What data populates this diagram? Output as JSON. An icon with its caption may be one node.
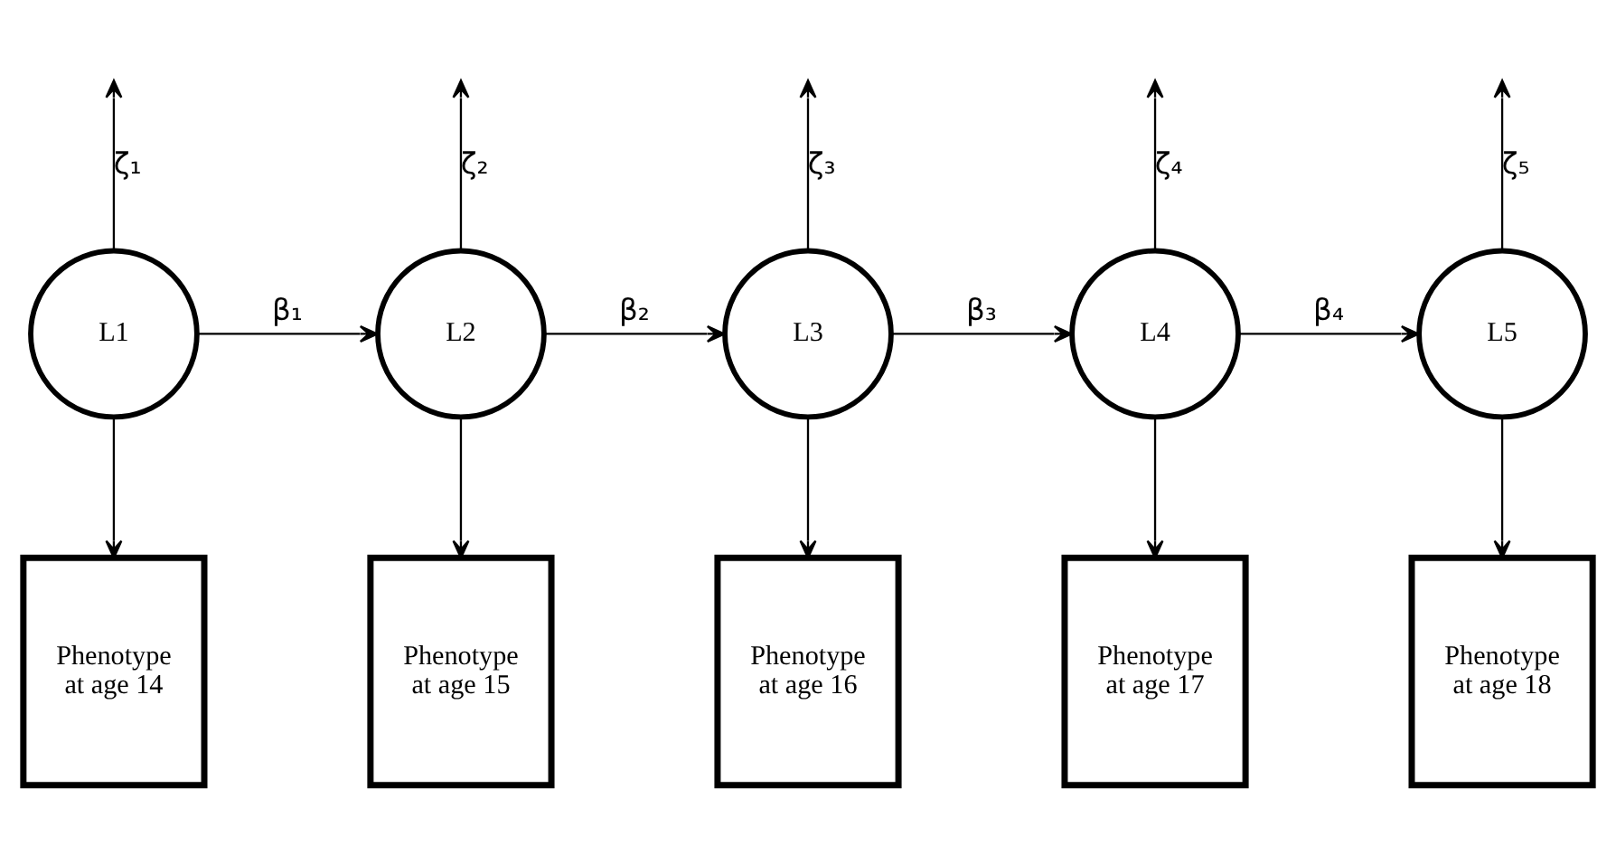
{
  "diagram": {
    "nodes": [
      {
        "text": [
          "L1"
        ]
      },
      {
        "text": [
          "L2"
        ]
      },
      {
        "text": [
          "L3"
        ]
      },
      {
        "text": [
          "L4"
        ]
      },
      {
        "text": [
          "L5"
        ]
      },
      {
        "text": [
          "Phenotype at age 14"
        ]
      },
      {
        "text": [
          "Phenotype at age 15"
        ]
      },
      {
        "text": [
          "Phenotype at age 16"
        ]
      },
      {
        "text": [
          "Phenotype at age 17"
        ]
      },
      {
        "text": [
          "Phenotype at age 18"
        ]
      }
    ],
    "edges": [
      {
        "from": 0,
        "to": null,
        "arrow": "to",
        "label": "ζ₁"
      },
      {
        "from": 1,
        "to": null,
        "arrow": "to",
        "label": "ζ₂"
      },
      {
        "from": 2,
        "to": null,
        "arrow": "to",
        "label": "ζ₃"
      },
      {
        "from": 3,
        "to": null,
        "arrow": "to",
        "label": "ζ₄"
      },
      {
        "from": 4,
        "to": null,
        "arrow": "to",
        "label": "ζ₅"
      },
      {
        "from": 0,
        "to": 1,
        "arrow": "to",
        "label": "β₁"
      },
      {
        "from": 1,
        "to": 2,
        "arrow": "to",
        "label": "β₂"
      },
      {
        "from": 2,
        "to": 3,
        "arrow": "to",
        "label": "β₃"
      },
      {
        "from": 3,
        "to": 4,
        "arrow": "to",
        "label": "β₄"
      },
      {
        "from": 0,
        "to": 5,
        "arrow": "to"
      },
      {
        "from": 1,
        "to": 6,
        "arrow": "to"
      },
      {
        "from": 2,
        "to": 7,
        "arrow": "to"
      },
      {
        "from": 3,
        "to": 8,
        "arrow": "to"
      },
      {
        "from": 4,
        "to": 9,
        "arrow": "to"
      }
    ]
  }
}
